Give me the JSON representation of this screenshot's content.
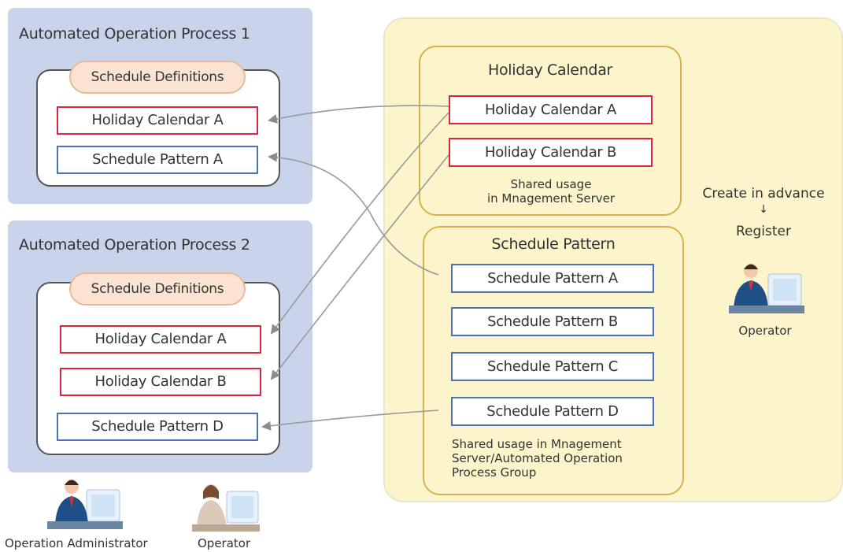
{
  "process1": {
    "title": "Automated Operation Process 1",
    "definitions_label": "Schedule Definitions",
    "items": [
      "Holiday Calendar A",
      "Schedule Pattern A"
    ]
  },
  "process2": {
    "title": "Automated Operation Process 2",
    "definitions_label": "Schedule Definitions",
    "items": [
      "Holiday Calendar A",
      "Holiday Calendar B",
      "Schedule Pattern D"
    ]
  },
  "holiday_group": {
    "title": "Holiday Calendar",
    "items": [
      "Holiday Calendar A",
      "Holiday Calendar B"
    ],
    "note_line1": "Shared usage",
    "note_line2": "in Mnagement Server"
  },
  "pattern_group": {
    "title": "Schedule Pattern",
    "items": [
      "Schedule Pattern A",
      "Schedule Pattern B",
      "Schedule Pattern C",
      "Schedule Pattern D"
    ],
    "note_line1": "Shared usage in Mnagement",
    "note_line2": "Server/Automated Operation",
    "note_line3": "Process Group"
  },
  "advance": {
    "line1": "Create in advance",
    "arrow": "↓",
    "line2": "Register",
    "operator_label": "Operator"
  },
  "people": {
    "admin_label": "Operation Administrator",
    "operator_label": "Operator"
  },
  "colors": {
    "process_bg": "#c9d3ea",
    "shared_bg": "#fcf5cc",
    "group_border": "#d8b14e",
    "calendar_border": "#d7263d",
    "pattern_border": "#4a72b8",
    "pill_bg": "#fbe3d3"
  }
}
